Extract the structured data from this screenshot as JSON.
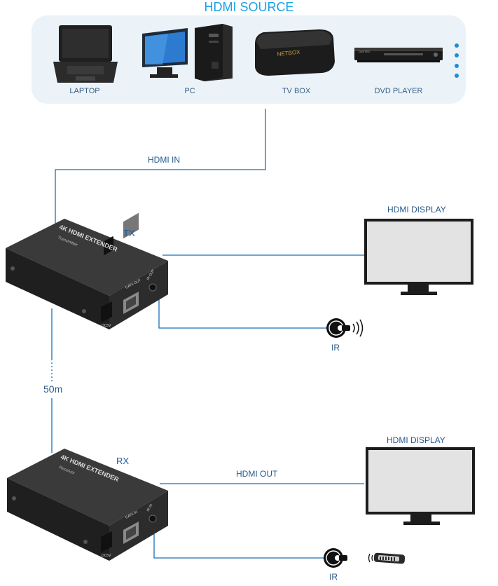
{
  "source": {
    "title": "HDMI SOURCE",
    "devices": [
      {
        "label": "LAPTOP",
        "icon": "laptop-icon"
      },
      {
        "label": "PC",
        "icon": "desktop-pc-icon"
      },
      {
        "label": "TV BOX",
        "icon": "tv-box-icon"
      },
      {
        "label": "DVD PLAYER",
        "icon": "dvd-player-icon"
      }
    ],
    "more_indicator": "vertical-dots-icon",
    "tvbox_brand": "NETBOX",
    "dvd_brand": "DIGITEX"
  },
  "links": {
    "hdmi_in": "HDMI IN",
    "hdmi_out": "HDMI OUT",
    "distance": "50m"
  },
  "transmitter": {
    "tag": "TX",
    "model": "4K HDMI EXTENDER",
    "sub": "Transmitter",
    "port_lan": "CAT6 OUT",
    "port_ir": "IR OUT",
    "port_dc": "DC5V"
  },
  "receiver": {
    "tag": "RX",
    "model": "4K HDMI EXTENDER",
    "sub": "Receiver",
    "port_lan": "CAT6 IN",
    "port_ir": "IR IN",
    "port_dc": "DC5V"
  },
  "displays": {
    "top_label": "HDMI DISPLAY",
    "bottom_label": "HDMI DISPLAY"
  },
  "ir": {
    "top_label": "IR",
    "bottom_label": "IR"
  },
  "colors": {
    "title": "#1aa3e6",
    "line": "#1a6fb5",
    "panel": "#ebf3f9",
    "device_dark": "#222222"
  }
}
